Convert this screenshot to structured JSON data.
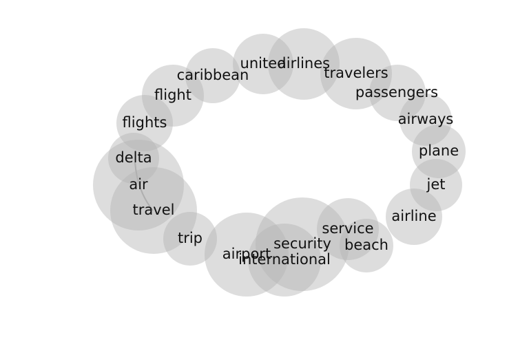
{
  "nodes": [
    {
      "label": "airlines"
    },
    {
      "label": "united"
    },
    {
      "label": "travelers"
    },
    {
      "label": "caribbean"
    },
    {
      "label": "passengers"
    },
    {
      "label": "flight"
    },
    {
      "label": "airways"
    },
    {
      "label": "flights"
    },
    {
      "label": "plane"
    },
    {
      "label": "delta"
    },
    {
      "label": "air"
    },
    {
      "label": "jet"
    },
    {
      "label": "travel"
    },
    {
      "label": "airline"
    },
    {
      "label": "trip"
    },
    {
      "label": "service"
    },
    {
      "label": "beach"
    },
    {
      "label": "security"
    },
    {
      "label": "airport"
    },
    {
      "label": "international"
    }
  ],
  "colors": {
    "bubble": "#b3b3b3",
    "text": "#111111",
    "edge": "#888888"
  }
}
